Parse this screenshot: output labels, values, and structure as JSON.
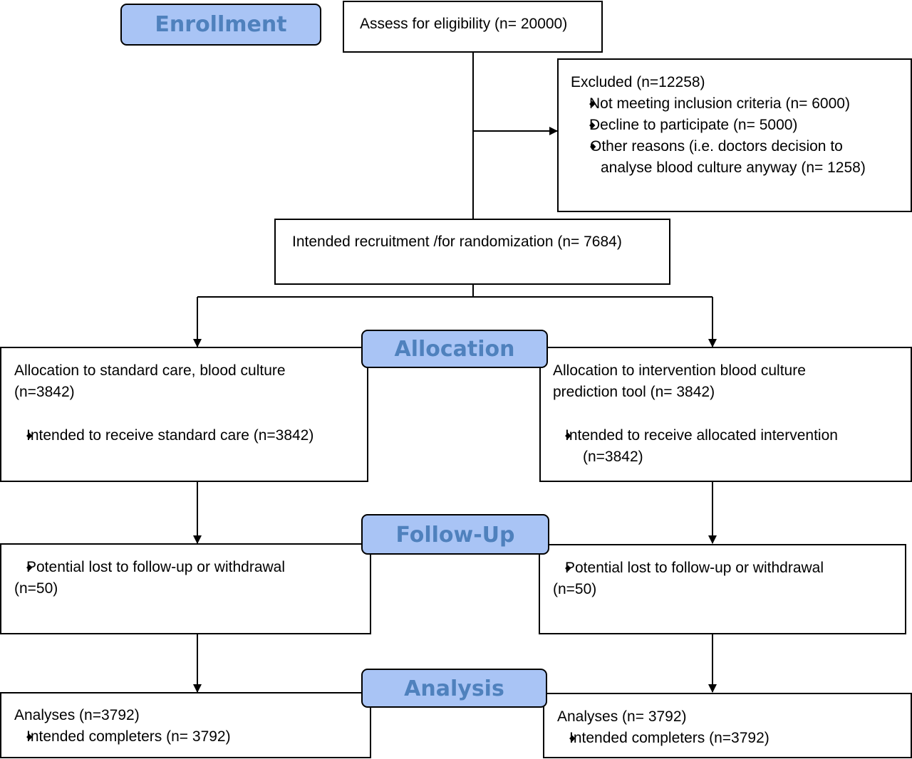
{
  "stages": {
    "enrollment": "Enrollment",
    "allocation": "Allocation",
    "followup": "Follow-Up",
    "analysis": "Analysis"
  },
  "assess": {
    "text": "Assess for eligibility (n= 20000)"
  },
  "excluded": {
    "title": "Excluded  (n=12258)",
    "items": [
      "Not meeting inclusion criteria (n= 6000)",
      "Decline to participate (n= 5000)",
      "Other reasons (i.e. doctors decision to",
      "analyse blood culture anyway (n= 1258)"
    ]
  },
  "recruitment": {
    "text": "Intended recruitment /for randomization (n= 7684)"
  },
  "alloc_left": {
    "line1": "Allocation to standard care, blood culture",
    "line2": "(n=3842)",
    "bullet": "Intended to receive standard care (n=3842)"
  },
  "alloc_right": {
    "line1": "Allocation to intervention blood culture",
    "line2": "prediction tool (n= 3842)",
    "bullet": "Intended to receive allocated intervention",
    "bullet_cont": "(n=3842)"
  },
  "follow_left": {
    "bullet": "Potential lost to follow-up or withdrawal",
    "line2": "(n=50)"
  },
  "follow_right": {
    "bullet": "Potential lost to follow-up or withdrawal",
    "line2": "(n=50)"
  },
  "analysis_left": {
    "line1": "Analyses  (n=3792)",
    "bullet": "Intended completers (n= 3792)"
  },
  "analysis_right": {
    "line1": "Analyses  (n= 3792)",
    "bullet": "Intended completers (n=3792)"
  }
}
